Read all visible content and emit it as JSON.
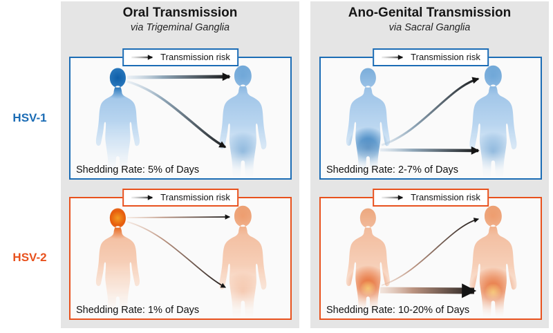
{
  "colors": {
    "hsv1_blue": "#1b6cb5",
    "hsv2_orange": "#e8511d",
    "column_bg": "#e5e5e5",
    "panel_bg": "#fafafa",
    "arrow_dark": "#141414"
  },
  "columns": [
    {
      "title": "Oral Transmission",
      "subtitle": "via Trigeminal Ganglia"
    },
    {
      "title": "Ano-Genital Transmission",
      "subtitle": "via Sacral Ganglia"
    }
  ],
  "rows": [
    {
      "label": "HSV-1"
    },
    {
      "label": "HSV-2"
    }
  ],
  "legend_label": "Transmission risk",
  "panels": [
    {
      "name": "hsv1-oral",
      "shedding": "Shedding Rate: 5% of Days"
    },
    {
      "name": "hsv1-anogenital",
      "shedding": "Shedding Rate: 2-7% of Days"
    },
    {
      "name": "hsv2-oral",
      "shedding": "Shedding Rate: 1% of Days"
    },
    {
      "name": "hsv2-anogenital",
      "shedding": "Shedding Rate: 10-20% of Days"
    }
  ]
}
